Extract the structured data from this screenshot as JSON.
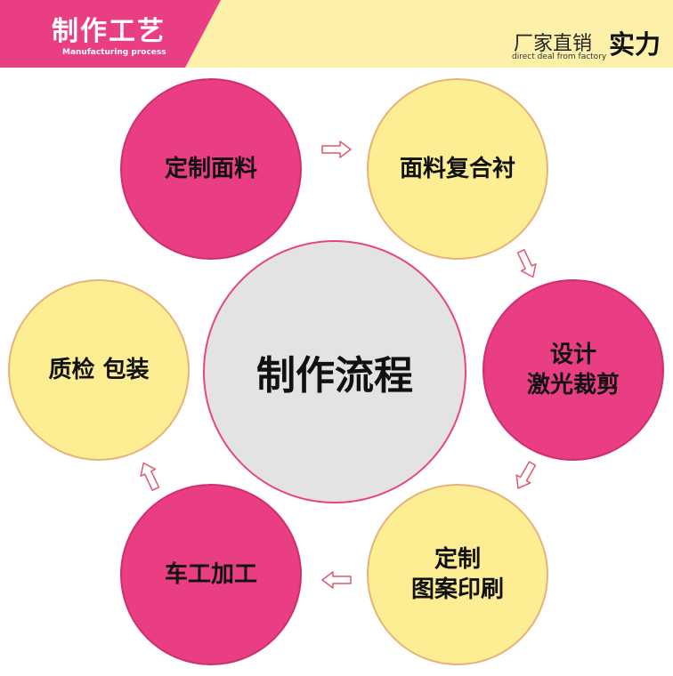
{
  "header": {
    "tag_title": "制作工艺",
    "tag_subtitle": "Manufacturing process",
    "slogan_main": "厂家直销",
    "slogan_strong": "实力",
    "slogan_sub": "direct deal from factory"
  },
  "diagram": {
    "center": "制作流程",
    "steps": [
      {
        "lines": [
          "定制面料"
        ]
      },
      {
        "lines": [
          "面料复合衬"
        ]
      },
      {
        "lines": [
          "设计",
          "激光裁剪"
        ]
      },
      {
        "lines": [
          "定制",
          "图案印刷"
        ]
      },
      {
        "lines": [
          "车工加工"
        ]
      },
      {
        "lines": [
          "质检 包装"
        ]
      }
    ]
  },
  "colors": {
    "pink": "#e93d84",
    "yellow": "#fdee94",
    "gray": "#e3e3e3",
    "banner": "#fdf1a9"
  }
}
